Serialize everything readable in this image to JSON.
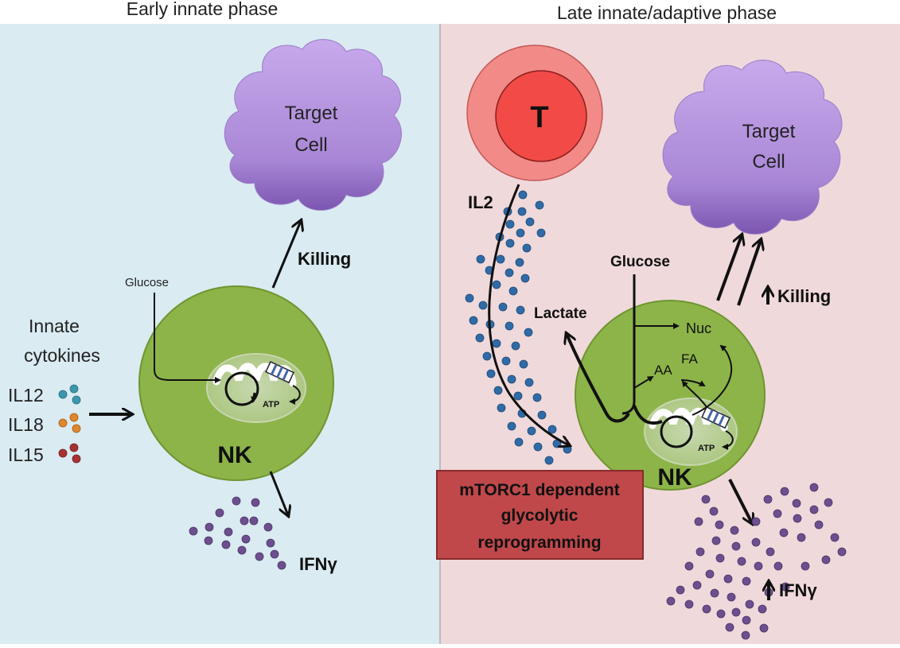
{
  "titles": {
    "left": "Early innate phase",
    "right": "Late innate/adaptive phase"
  },
  "left": {
    "target_line1": "Target",
    "target_line2": "Cell",
    "killing": "Killing",
    "glucose": "Glucose",
    "innate_line1": "Innate",
    "innate_line2": "cytokines",
    "il12": "IL12",
    "il18": "IL18",
    "il15": "IL15",
    "atp": "ATP",
    "nk": "NK",
    "ifng": "IFNγ"
  },
  "right": {
    "t_cell": "T",
    "il2": "IL2",
    "target_line1": "Target",
    "target_line2": "Cell",
    "glucose": "Glucose",
    "lactate": "Lactate",
    "nuc": "Nuc",
    "fa": "FA",
    "aa": "AA",
    "atp": "ATP",
    "killing": "Killing",
    "nk": "NK",
    "ifng": "IFNγ",
    "mtorc_line1": "mTORC1 dependent",
    "mtorc_line2": "glycolytic",
    "mtorc_line3": "reprogramming"
  },
  "colors": {
    "left_panel": "#daebf2",
    "right_panel": "#f0d9db",
    "nk_cell": "#8db449",
    "target_cell": "#b794d9",
    "t_outer": "#f28a87",
    "t_inner": "#f24a46",
    "il2_dot": "#2f6ba6",
    "ifng_dot": "#6d4f8f",
    "il12_dot": "#3c97ad",
    "il18_dot": "#e0872e",
    "il15_dot": "#a83232",
    "mtorc_box": "#c0484a"
  }
}
